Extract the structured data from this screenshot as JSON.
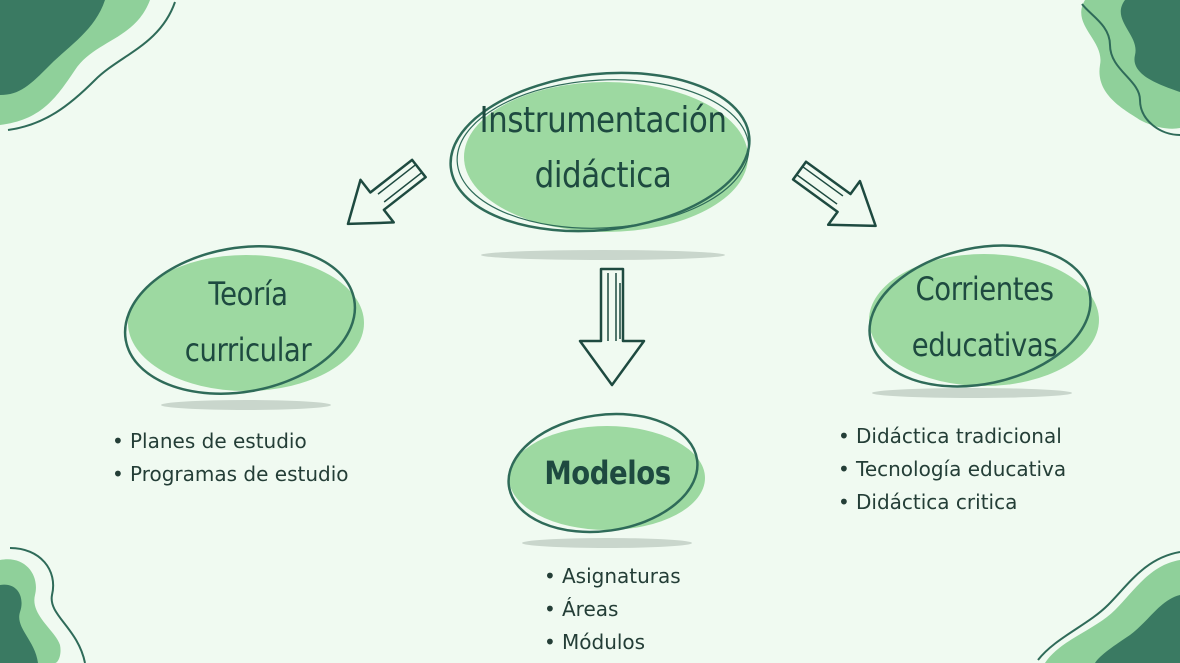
{
  "colors": {
    "background": "#f0faf1",
    "bubble_fill": "#9dd9a1",
    "outline": "#2f6b59",
    "dark_wave": "#3a7a62",
    "light_wave": "#8fd09a",
    "shadow": "#c9d6cc",
    "text": "#1e4a40"
  },
  "root": {
    "line1": "Instrumentación",
    "line2": "didáctica"
  },
  "nodes": {
    "teoria": {
      "line1": "Teoría",
      "line2": "curricular",
      "items": [
        "Planes de estudio",
        "Programas de estudio"
      ]
    },
    "modelos": {
      "line1": "Modelos",
      "items": [
        "Asignaturas",
        "Áreas",
        "Módulos"
      ]
    },
    "corrientes": {
      "line1": "Corrientes",
      "line2": "educativas",
      "items": [
        "Didáctica tradicional",
        "Tecnología educativa",
        "Didáctica critica"
      ]
    }
  },
  "icons": [
    "down-left-arrow-icon",
    "down-arrow-icon",
    "down-right-arrow-icon"
  ]
}
